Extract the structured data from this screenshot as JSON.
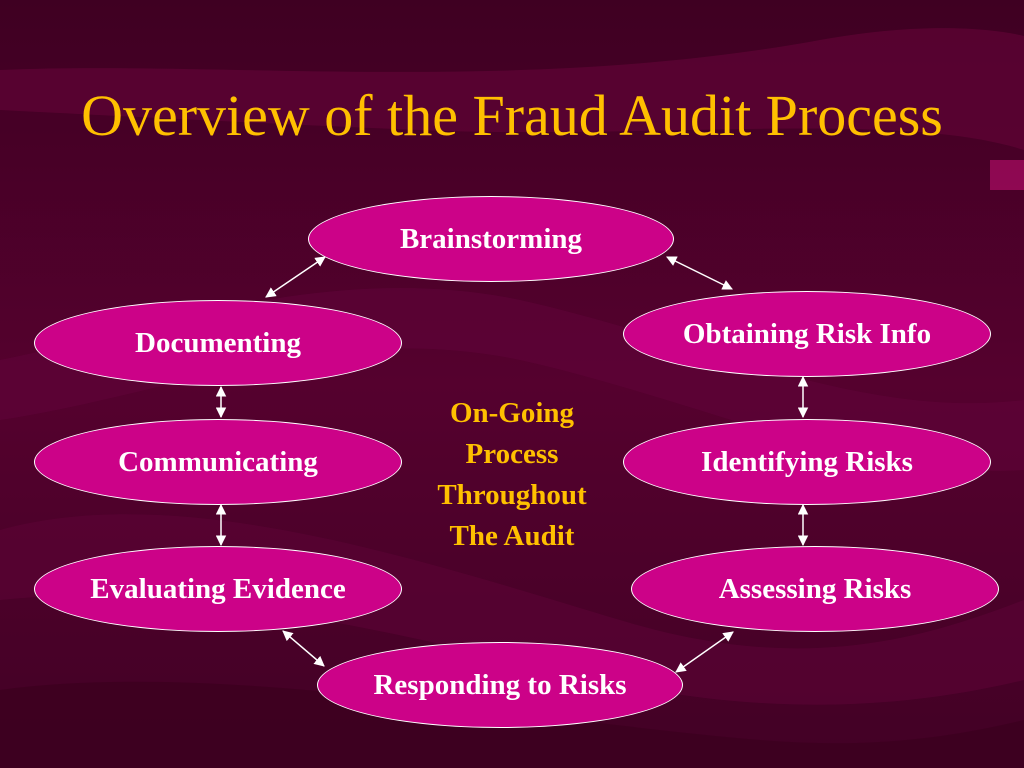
{
  "slide": {
    "title": "Overview of the Fraud Audit Process",
    "center_lines": [
      "On-Going",
      "Process",
      "Throughout",
      "The Audit"
    ]
  },
  "nodes": [
    {
      "id": "brainstorming",
      "label": "Brainstorming"
    },
    {
      "id": "obtaining-risk-info",
      "label": "Obtaining Risk Info"
    },
    {
      "id": "identifying-risks",
      "label": "Identifying Risks"
    },
    {
      "id": "assessing-risks",
      "label": "Assessing Risks"
    },
    {
      "id": "responding-to-risks",
      "label": "Responding to Risks"
    },
    {
      "id": "evaluating-evidence",
      "label": "Evaluating Evidence"
    },
    {
      "id": "communicating",
      "label": "Communicating"
    },
    {
      "id": "documenting",
      "label": "Documenting"
    }
  ],
  "edges": [
    {
      "from": "brainstorming",
      "to": "obtaining-risk-info",
      "bidirectional": true
    },
    {
      "from": "obtaining-risk-info",
      "to": "identifying-risks",
      "bidirectional": true
    },
    {
      "from": "identifying-risks",
      "to": "assessing-risks",
      "bidirectional": true
    },
    {
      "from": "assessing-risks",
      "to": "responding-to-risks",
      "bidirectional": true
    },
    {
      "from": "responding-to-risks",
      "to": "evaluating-evidence",
      "bidirectional": true
    },
    {
      "from": "evaluating-evidence",
      "to": "communicating",
      "bidirectional": true
    },
    {
      "from": "communicating",
      "to": "documenting",
      "bidirectional": true
    },
    {
      "from": "documenting",
      "to": "brainstorming",
      "bidirectional": true
    }
  ],
  "colors": {
    "background": "#4a0128",
    "node_fill": "#cc0288",
    "node_border": "#ffffff",
    "node_text": "#ffffff",
    "title_text": "#ffc000",
    "arrow": "#ffffff"
  }
}
